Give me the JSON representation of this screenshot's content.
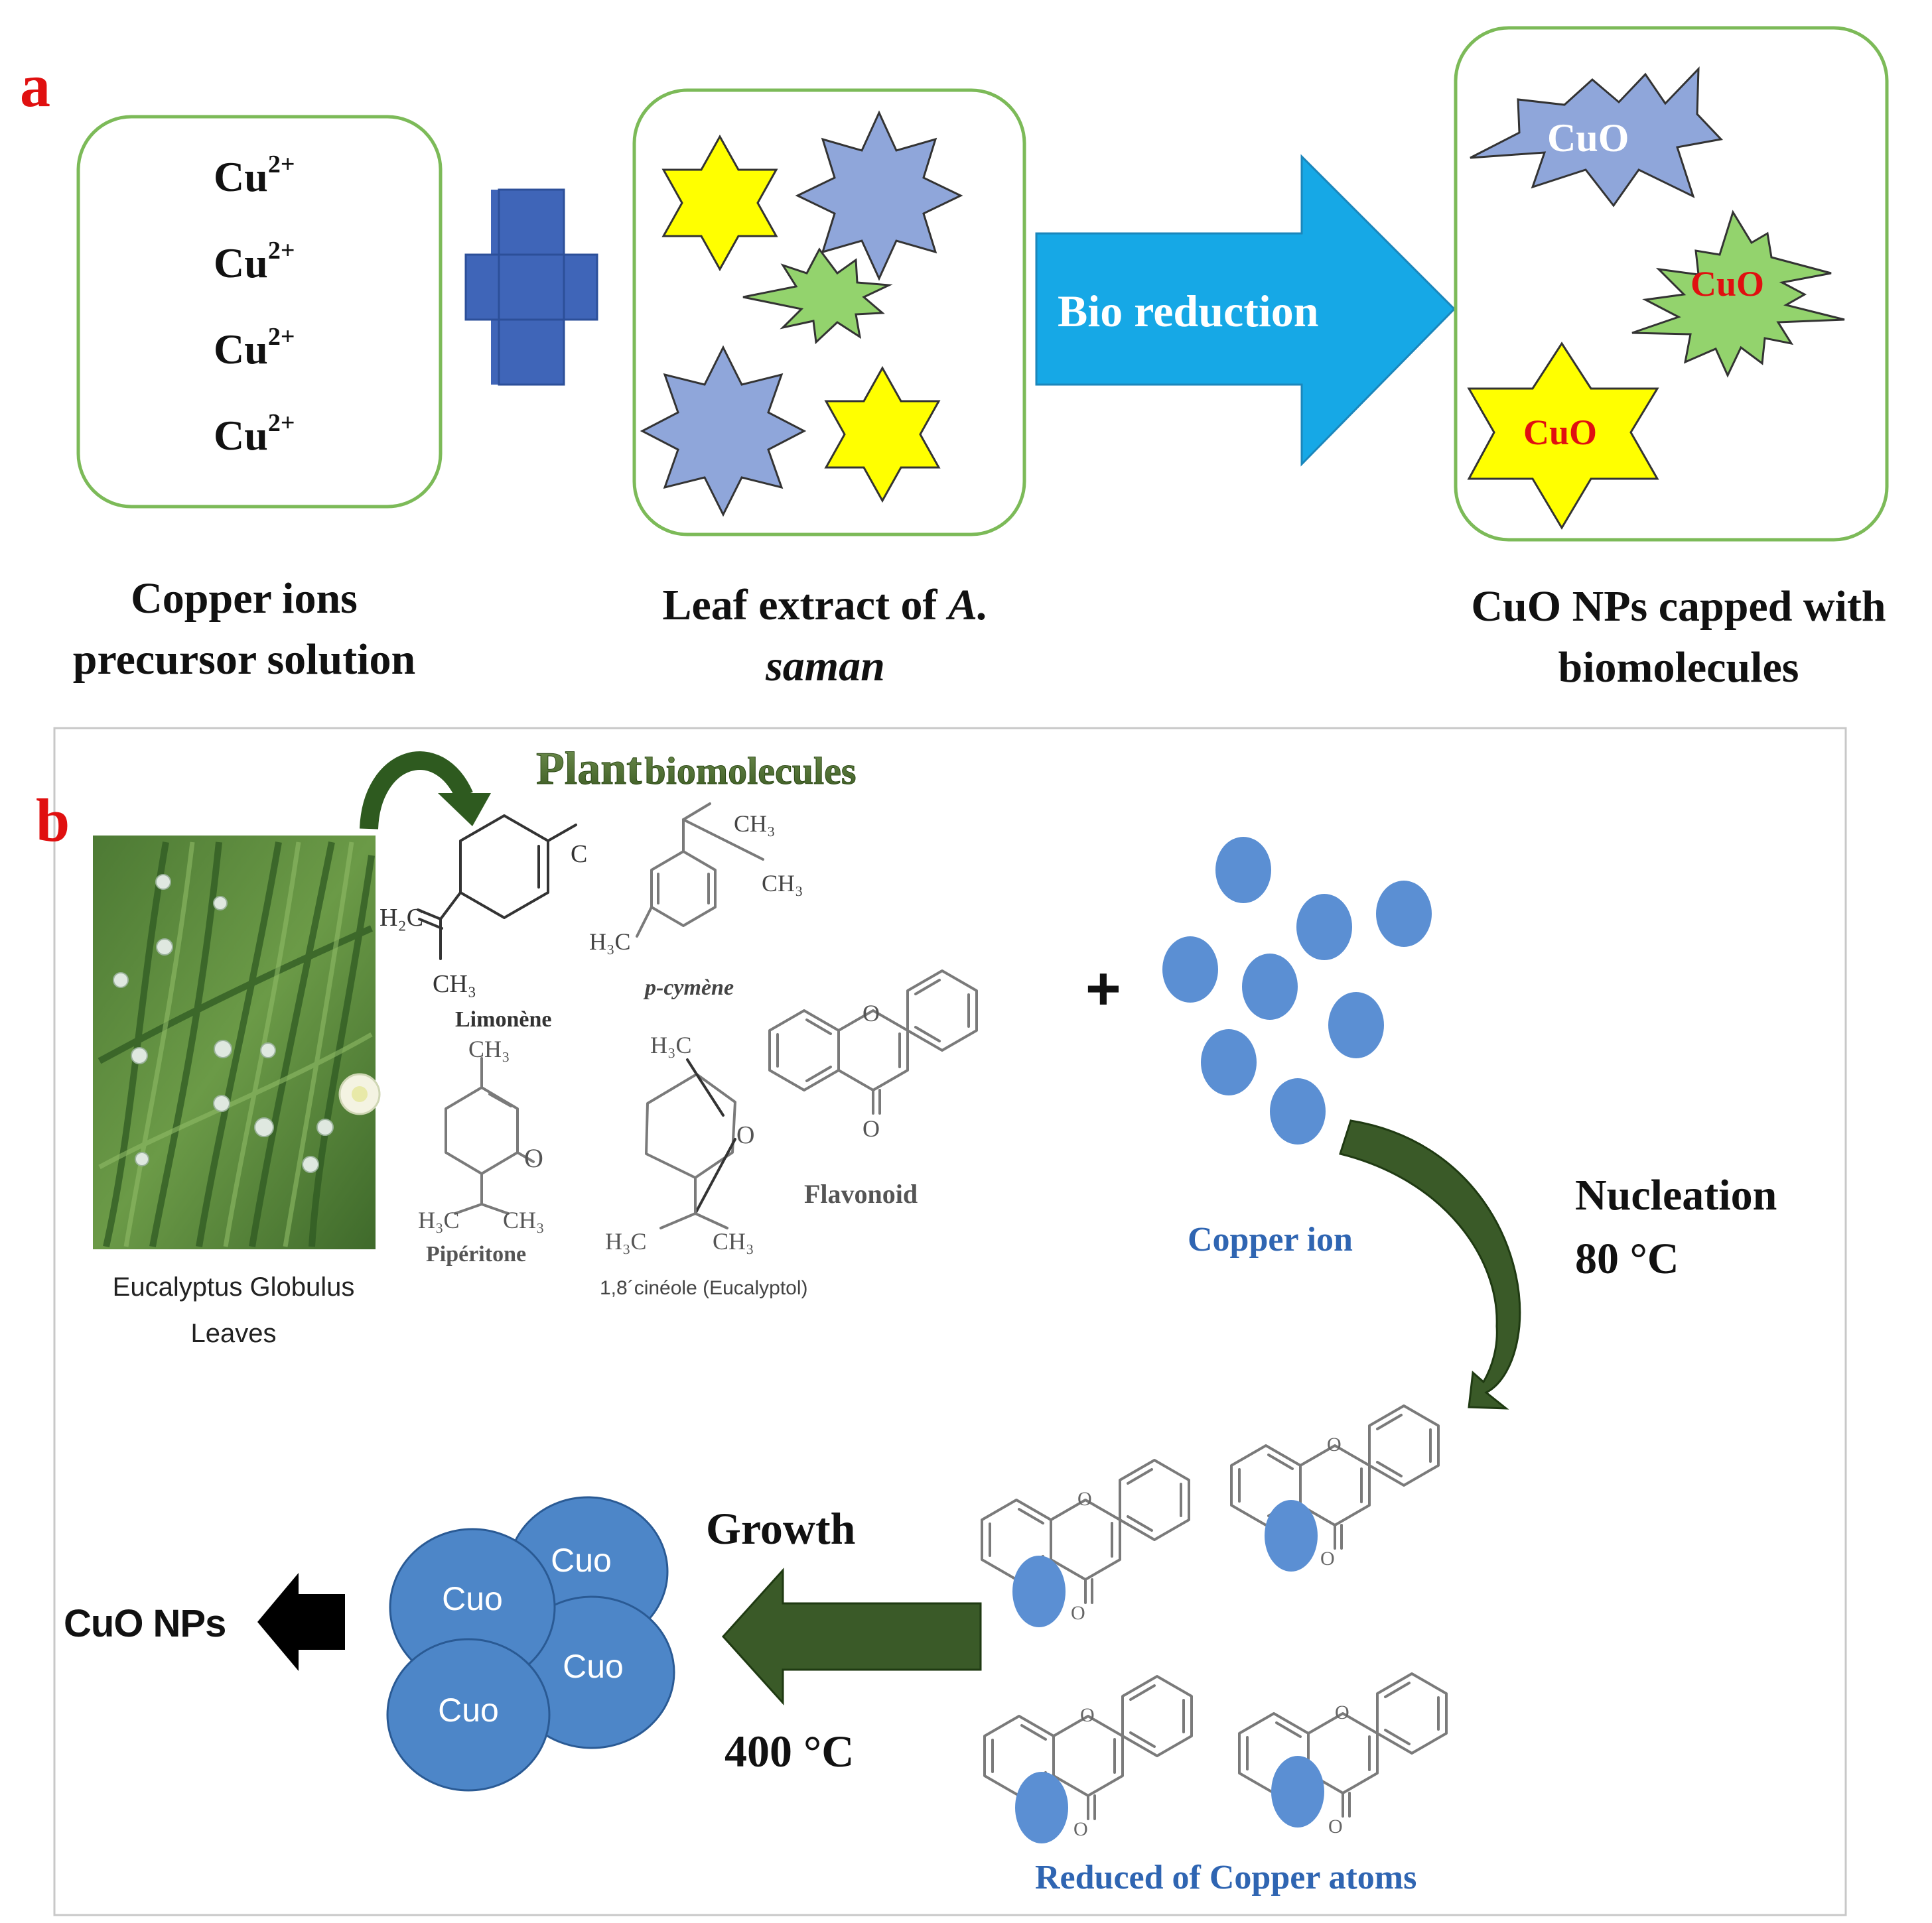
{
  "panel_a": {
    "label": "a",
    "ion_box": {
      "ion_symbol": "Cu",
      "ion_charge": "2+",
      "ion_count": 4,
      "caption_line1": "Copper ions",
      "caption_line2": "precursor solution"
    },
    "extract_box": {
      "caption_line1_regular": "Leaf extract of ",
      "caption_line1_italic": "A.",
      "caption_line2_italic": "saman"
    },
    "arrow_label": "Bio reduction",
    "product_box": {
      "particle_label_1": "CuO",
      "particle_label_2": "CuO",
      "particle_label_3": "CuO",
      "caption_line1": "CuO NPs capped with",
      "caption_line2": "biomolecules"
    }
  },
  "panel_b": {
    "label": "b",
    "title_part1": "Plant",
    "title_part2": "biomolecules",
    "leaf_caption_line1": "Eucalyptus Globulus",
    "leaf_caption_line2": "Leaves",
    "molecules": {
      "limonene": "Limonène",
      "pcymene": "p-cymène",
      "piperitone": "Pipéritone",
      "cineole": "1,8´cinéole (Eucalyptol)",
      "flavonoid": "Flavonoid"
    },
    "atoms": {
      "h2c": "H₂C",
      "ch3": "CH₃",
      "h3c": "H₃C",
      "c": "C",
      "o": "O"
    },
    "plus": "+",
    "copper_ion_label": "Copper ion",
    "nucleation_label": "Nucleation",
    "nucleation_temp": "80 °C",
    "reduced_label": "Reduced of Copper atoms",
    "growth_label": "Growth",
    "growth_temp": "400 °C",
    "cluster_labels": [
      "Cuo",
      "Cuo",
      "Cuo",
      "Cuo"
    ],
    "final_label": "CuO NPs"
  },
  "colors": {
    "panel_label": "#e01010",
    "box_border": "#7cba58",
    "plus_blue": "#3f65b8",
    "arrow_cyan": "#16a8e6",
    "star_yellow": "#ffff00",
    "star_blue": "#8fa6da",
    "star_green": "#93d36d",
    "nucleation_arrow": "#3a5a28",
    "copper_blue": "#5b8fd3",
    "text_blue": "#2f65b2"
  }
}
